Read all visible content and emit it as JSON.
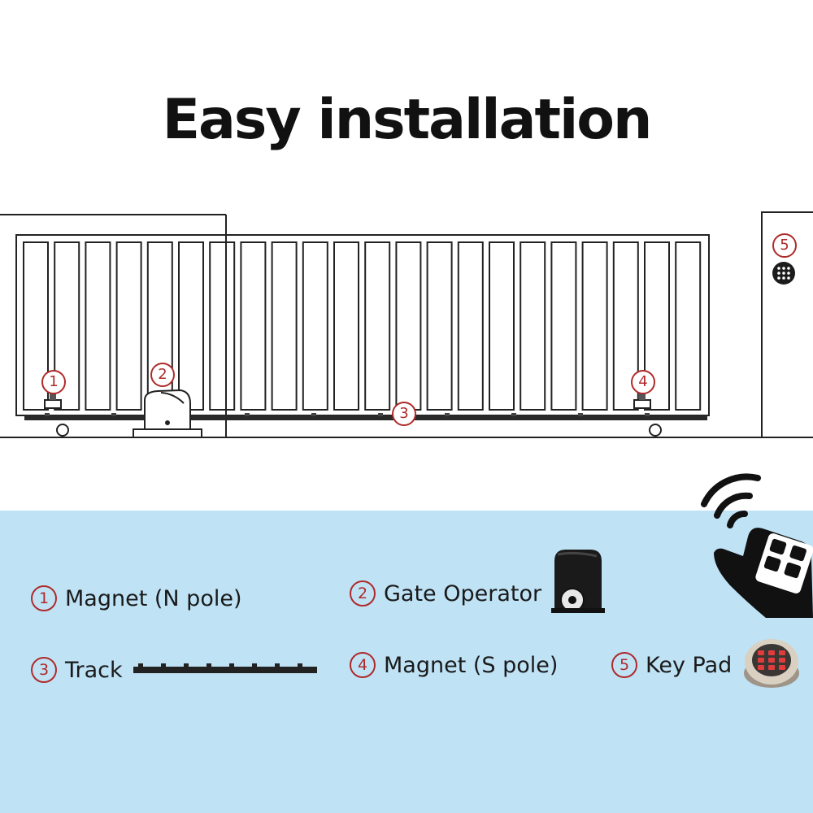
{
  "title": "Easy installation",
  "callouts": {
    "magnet_n": "1",
    "gate_operator": "2",
    "track": "3",
    "magnet_s": "4",
    "key_pad": "5"
  },
  "legend": {
    "item1": {
      "number": "1",
      "label": "Magnet (N pole)"
    },
    "item2": {
      "number": "2",
      "label": "Gate Operator"
    },
    "item3": {
      "number": "3",
      "label": "Track"
    },
    "item4": {
      "number": "4",
      "label": "Magnet (S pole)"
    },
    "item5": {
      "number": "5",
      "label": "Key Pad"
    }
  },
  "colors": {
    "accent": "#b02a2a",
    "panel_background": "#bfe2f5",
    "line": "#222222"
  },
  "icons": [
    "gate-icon",
    "gate-operator-icon",
    "track-icon",
    "keypad-icon",
    "remote-control-icon",
    "wifi-signal-icon"
  ]
}
